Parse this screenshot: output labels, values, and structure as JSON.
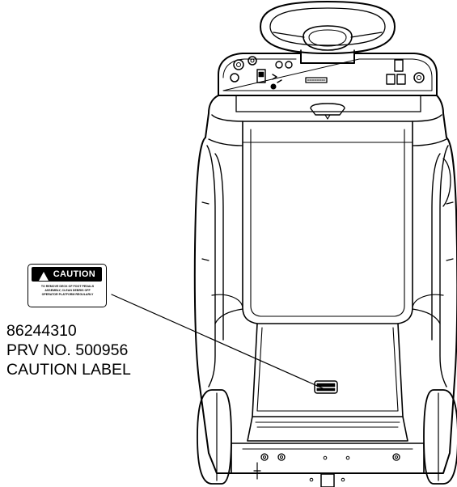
{
  "caution_label": {
    "heading": "CAUTION",
    "body_lines": [
      "TO REMOVE DECK OF FOOT PEDALS",
      "ASSEMBLY, CLEAN DEBRIS OFF",
      "OPERATOR PLATFORM REGULARLY"
    ]
  },
  "callout": {
    "part_number": "86244310",
    "prv_number": "PRV NO. 500956",
    "description": "CAUTION LABEL"
  }
}
